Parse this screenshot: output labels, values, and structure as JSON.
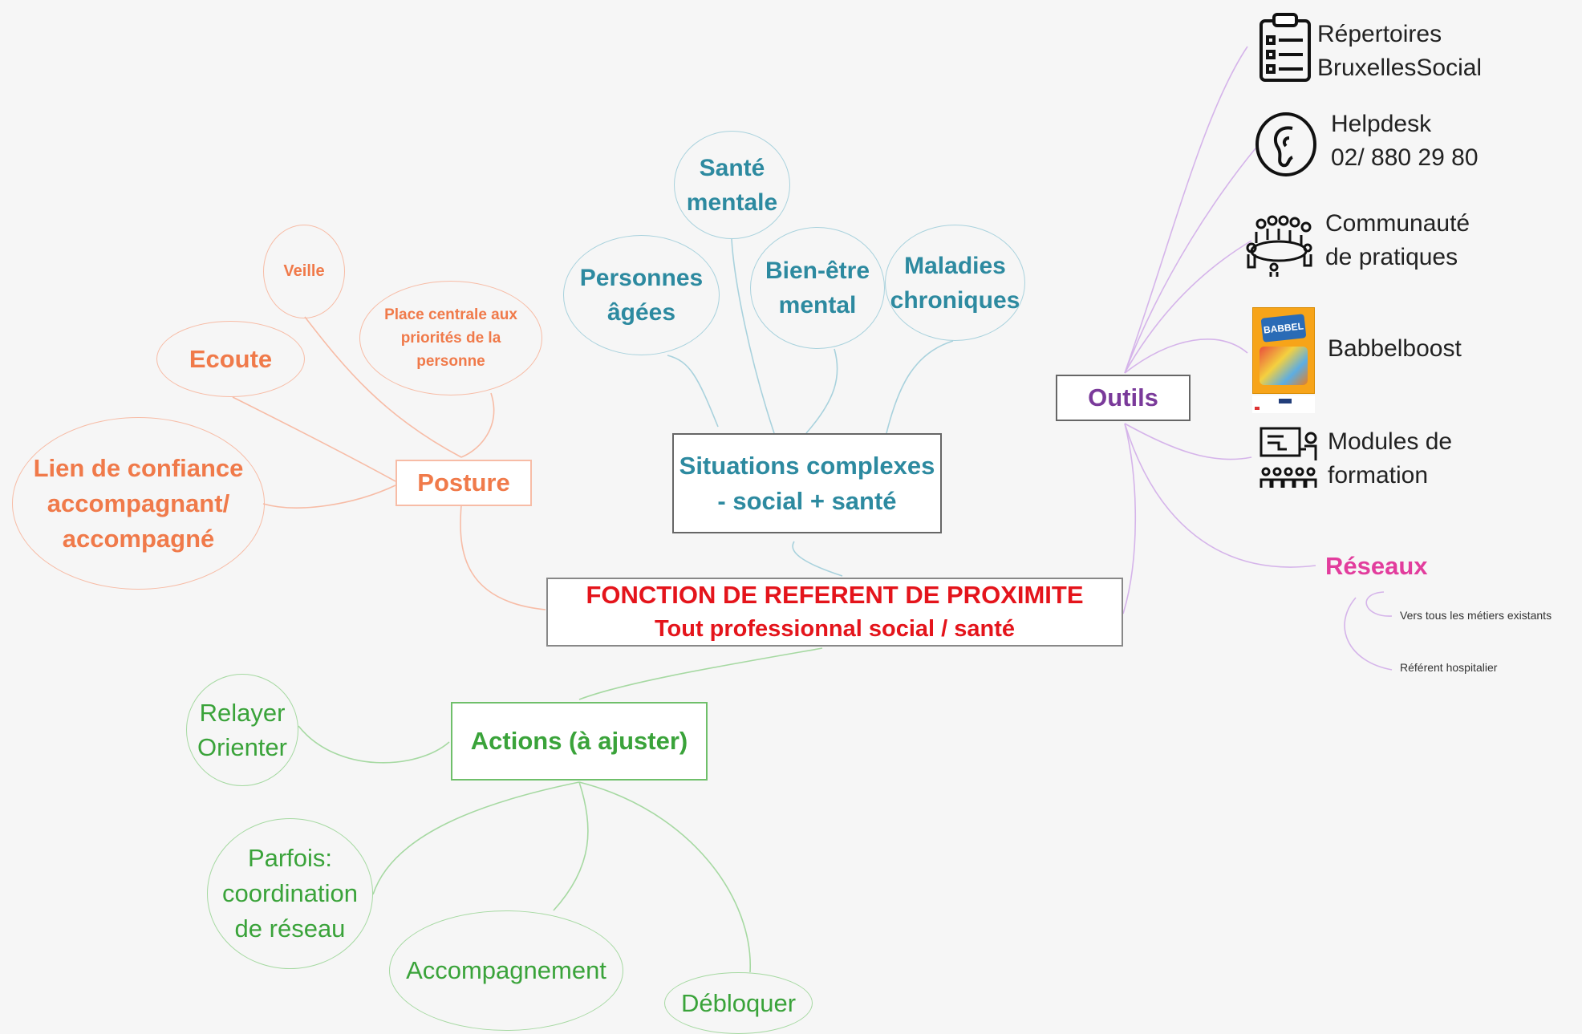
{
  "central": {
    "line1": "FONCTION DE REFERENT DE PROXIMITE",
    "line2": "Tout professionnal social / santé",
    "color": "#e4141b"
  },
  "situations": {
    "label": "Situations complexes\n- social + santé",
    "children": [
      "Santé\nmentale",
      "Personnes\nâgées",
      "Bien-être\nmental",
      "Maladies\nchroniques"
    ],
    "color": "#2d8aa0"
  },
  "posture": {
    "label": "Posture",
    "children": [
      "Veille",
      "Place centrale aux\npriorités de la\npersonne",
      "Ecoute",
      "Lien de confiance\naccompagnant/\naccompagné"
    ],
    "color": "#f07a4a"
  },
  "actions": {
    "label": "Actions (à ajuster)",
    "children": [
      "Relayer\nOrienter",
      "Parfois:\ncoordination\nde réseau",
      "Accompagnement",
      "Débloquer"
    ],
    "color": "#3aa33a"
  },
  "outils": {
    "label": "Outils",
    "color": "#7a3a9a",
    "items": [
      {
        "label": "Répertoires\nBruxellesSocial",
        "icon": "clipboard-list-icon"
      },
      {
        "label": "Helpdesk\n02/ 880 29 80",
        "icon": "ear-icon"
      },
      {
        "label": "Communauté\nde pratiques",
        "icon": "community-meeting-icon"
      },
      {
        "label": "Babbelboost",
        "icon": "babbel-book-cover",
        "cover_text": "BABBEL"
      },
      {
        "label": "Modules de\nformation",
        "icon": "training-presentation-icon"
      }
    ]
  },
  "reseaux": {
    "label": "Réseaux",
    "color": "#e23d9d",
    "children": [
      "Vers tous les métiers existants",
      "Référent hospitalier"
    ]
  }
}
